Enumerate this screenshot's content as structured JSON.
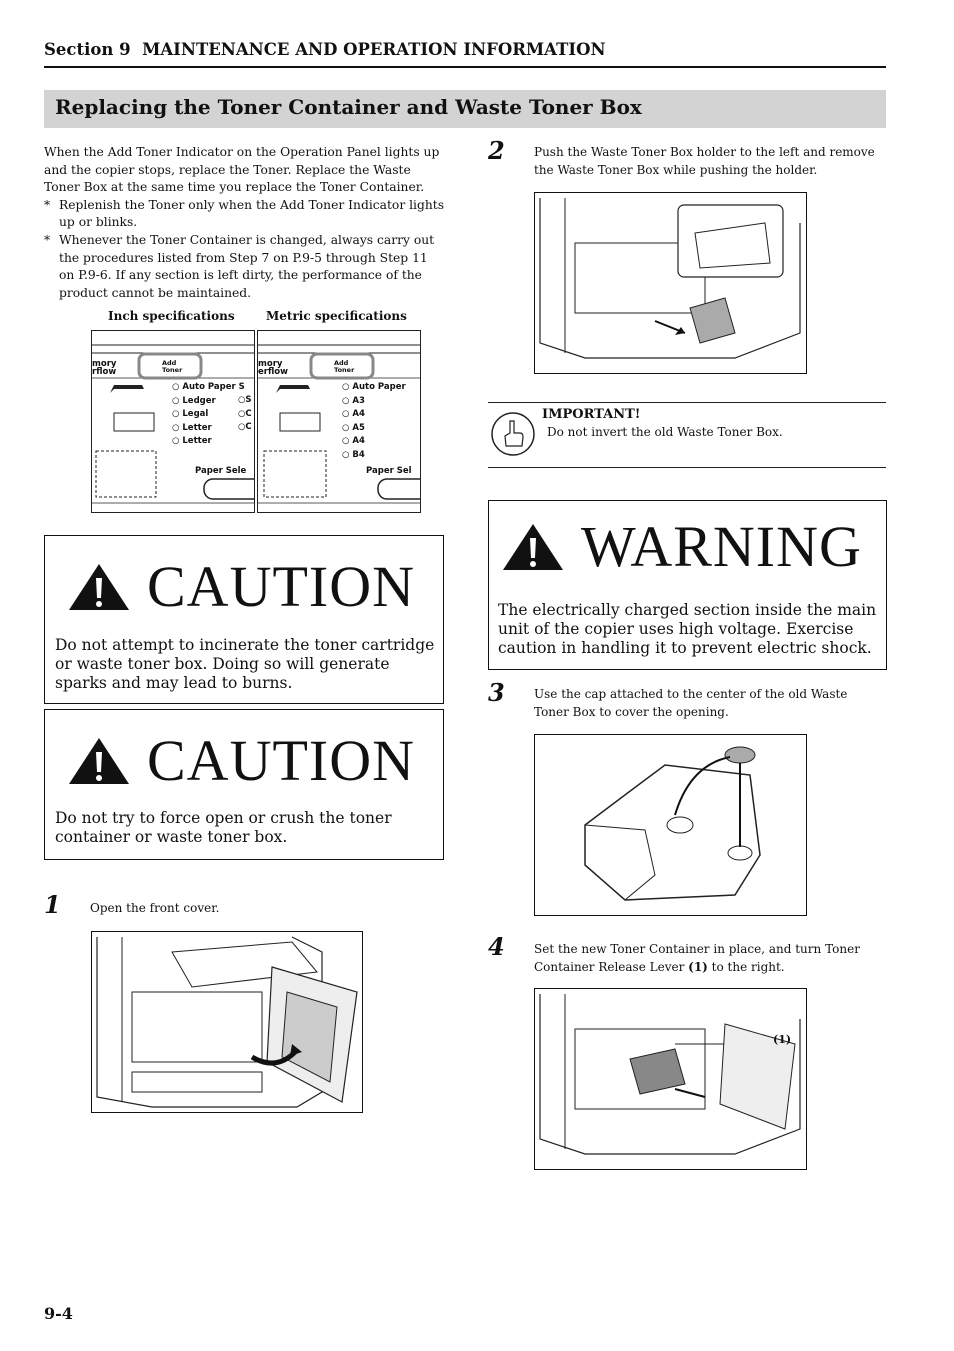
{
  "header": {
    "section_label": "Section 9",
    "section_title": "MAINTENANCE AND OPERATION INFORMATION"
  },
  "title": "Replacing the Toner Container and Waste Toner Box",
  "intro": {
    "paragraph": "When the Add Toner Indicator on the Operation Panel lights up and the copier stops, replace the Toner. Replace the Waste Toner Box at the same time you replace the Toner Container.",
    "notes": [
      "Replenish the Toner only when the Add Toner Indicator lights up or blinks.",
      "Whenever the Toner Container is changed, always carry out the procedures listed from Step 7 on P.9-5 through Step 11 on P.9-6. If any section is left dirty, the performance of the product cannot be maintained."
    ],
    "note_marker": "*"
  },
  "panels": {
    "inch": {
      "caption": "Inch specifications",
      "corner": [
        "mory",
        "rflow"
      ],
      "add_toner": [
        "Add",
        "Toner"
      ],
      "paper_items": [
        "Auto Paper S",
        "Ledger",
        "Legal",
        "Letter",
        "Letter"
      ],
      "right_col": [
        "S",
        "C",
        "C"
      ],
      "paper_select": "Paper Sele"
    },
    "metric": {
      "caption": "Metric specifications",
      "corner": [
        "mory",
        "erflow"
      ],
      "add_toner": [
        "Add",
        "Toner"
      ],
      "paper_items": [
        "Auto Paper",
        "A3",
        "A4",
        "A5",
        "A4",
        "B4"
      ],
      "paper_select": "Paper Sel"
    }
  },
  "cautions": [
    {
      "heading": "CAUTION",
      "text": "Do not attempt to incinerate the toner cartridge or waste toner box. Doing so will generate sparks and may lead to burns."
    },
    {
      "heading": "CAUTION",
      "text": "Do not try to force open or crush the toner container or waste toner box."
    }
  ],
  "important": {
    "label": "IMPORTANT!",
    "text": "Do not invert the old Waste Toner Box."
  },
  "warning": {
    "heading": "WARNING",
    "text": "The electrically charged section inside the main unit of the copier uses high voltage. Exercise caution in handling it to prevent electric shock."
  },
  "steps": [
    {
      "number": "1",
      "text": "Open the front cover."
    },
    {
      "number": "2",
      "text": "Push the Waste Toner Box holder to the left and remove the Waste Toner Box while pushing the holder."
    },
    {
      "number": "3",
      "text": "Use the cap attached to the center of the old Waste Toner Box to cover the opening."
    },
    {
      "number": "4",
      "text_before": "Set the new Toner Container in place, and turn Toner Container Release Lever ",
      "text_bold": "(1)",
      "text_after": " to the right.",
      "callout": "(1)"
    }
  ],
  "page_number": "9-4",
  "colors": {
    "title_bar": "#d3d3d3",
    "panel_highlight": "#888888",
    "cap": "#aaaaaa"
  }
}
